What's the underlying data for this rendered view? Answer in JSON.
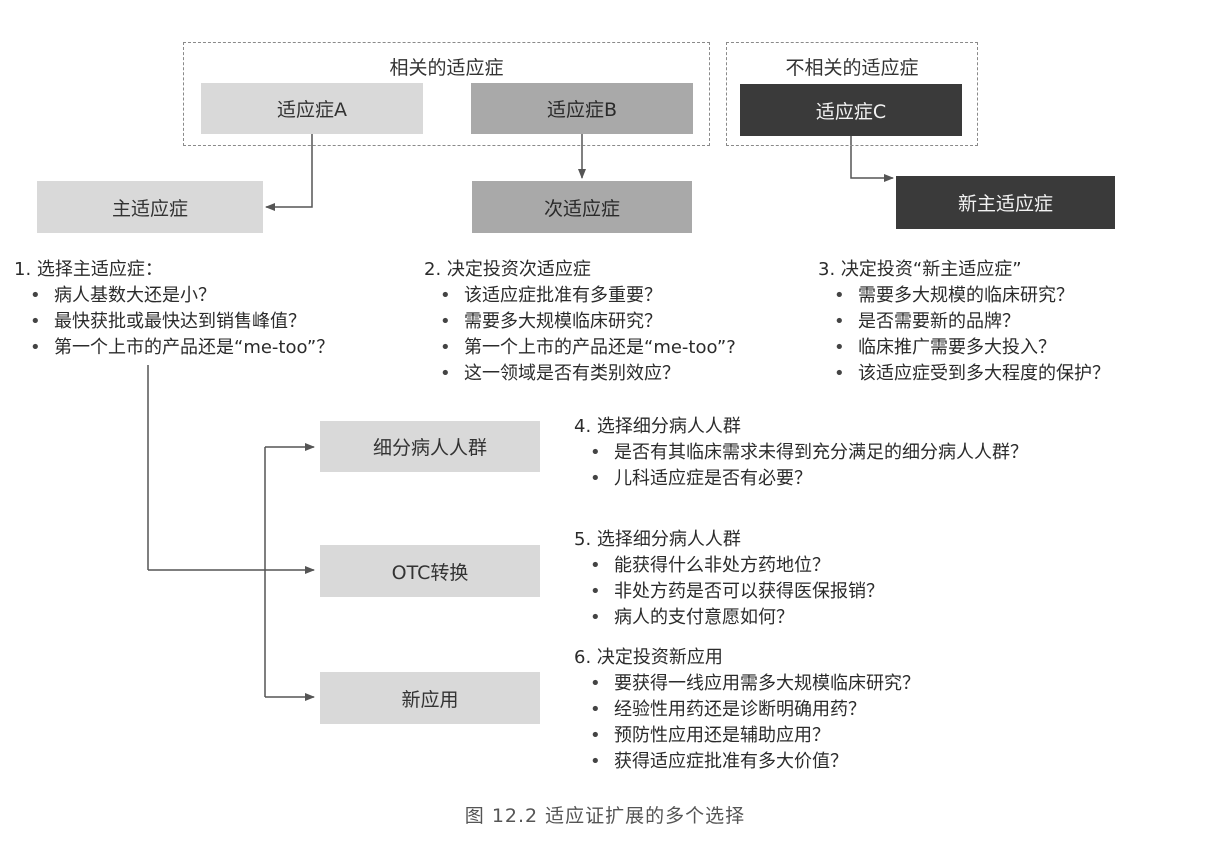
{
  "groups": {
    "related": "相关的适应症",
    "unrelated": "不相关的适应症"
  },
  "boxes": {
    "indication_a": "适应症A",
    "indication_b": "适应症B",
    "indication_c": "适应症C",
    "primary": "主适应症",
    "secondary": "次适应症",
    "new_primary": "新主适应症",
    "segment": "细分病人人群",
    "otc": "OTC转换",
    "new_use": "新应用"
  },
  "blocks": [
    {
      "title": "1. 选择主适应症：",
      "items": [
        "病人基数大还是小？",
        "最快获批或最快达到销售峰值？",
        "第一个上市的产品还是“me-too”？"
      ]
    },
    {
      "title": "2. 决定投资次适应症",
      "items": [
        "该适应症批准有多重要？",
        "需要多大规模临床研究？",
        "第一个上市的产品还是“me-too”?",
        "这一领域是否有类别效应？"
      ]
    },
    {
      "title": "3. 决定投资“新主适应症”",
      "items": [
        "需要多大规模的临床研究？",
        "是否需要新的品牌？",
        "临床推广需要多大投入？",
        "该适应症受到多大程度的保护？"
      ]
    },
    {
      "title": "4. 选择细分病人人群",
      "items": [
        "是否有其临床需求未得到充分满足的细分病人人群？",
        "儿科适应症是否有必要？"
      ]
    },
    {
      "title": "5. 选择细分病人人群",
      "items": [
        "能获得什么非处方药地位？",
        "非处方药是否可以获得医保报销？",
        "病人的支付意愿如何？"
      ]
    },
    {
      "title": "6. 决定投资新应用",
      "items": [
        "要获得一线应用需多大规模临床研究？",
        "经验性用药还是诊断明确用药？",
        "预防性应用还是辅助应用？",
        "获得适应症批准有多大价值？"
      ]
    }
  ],
  "caption": "图 12.2   适应证扩展的多个选择"
}
